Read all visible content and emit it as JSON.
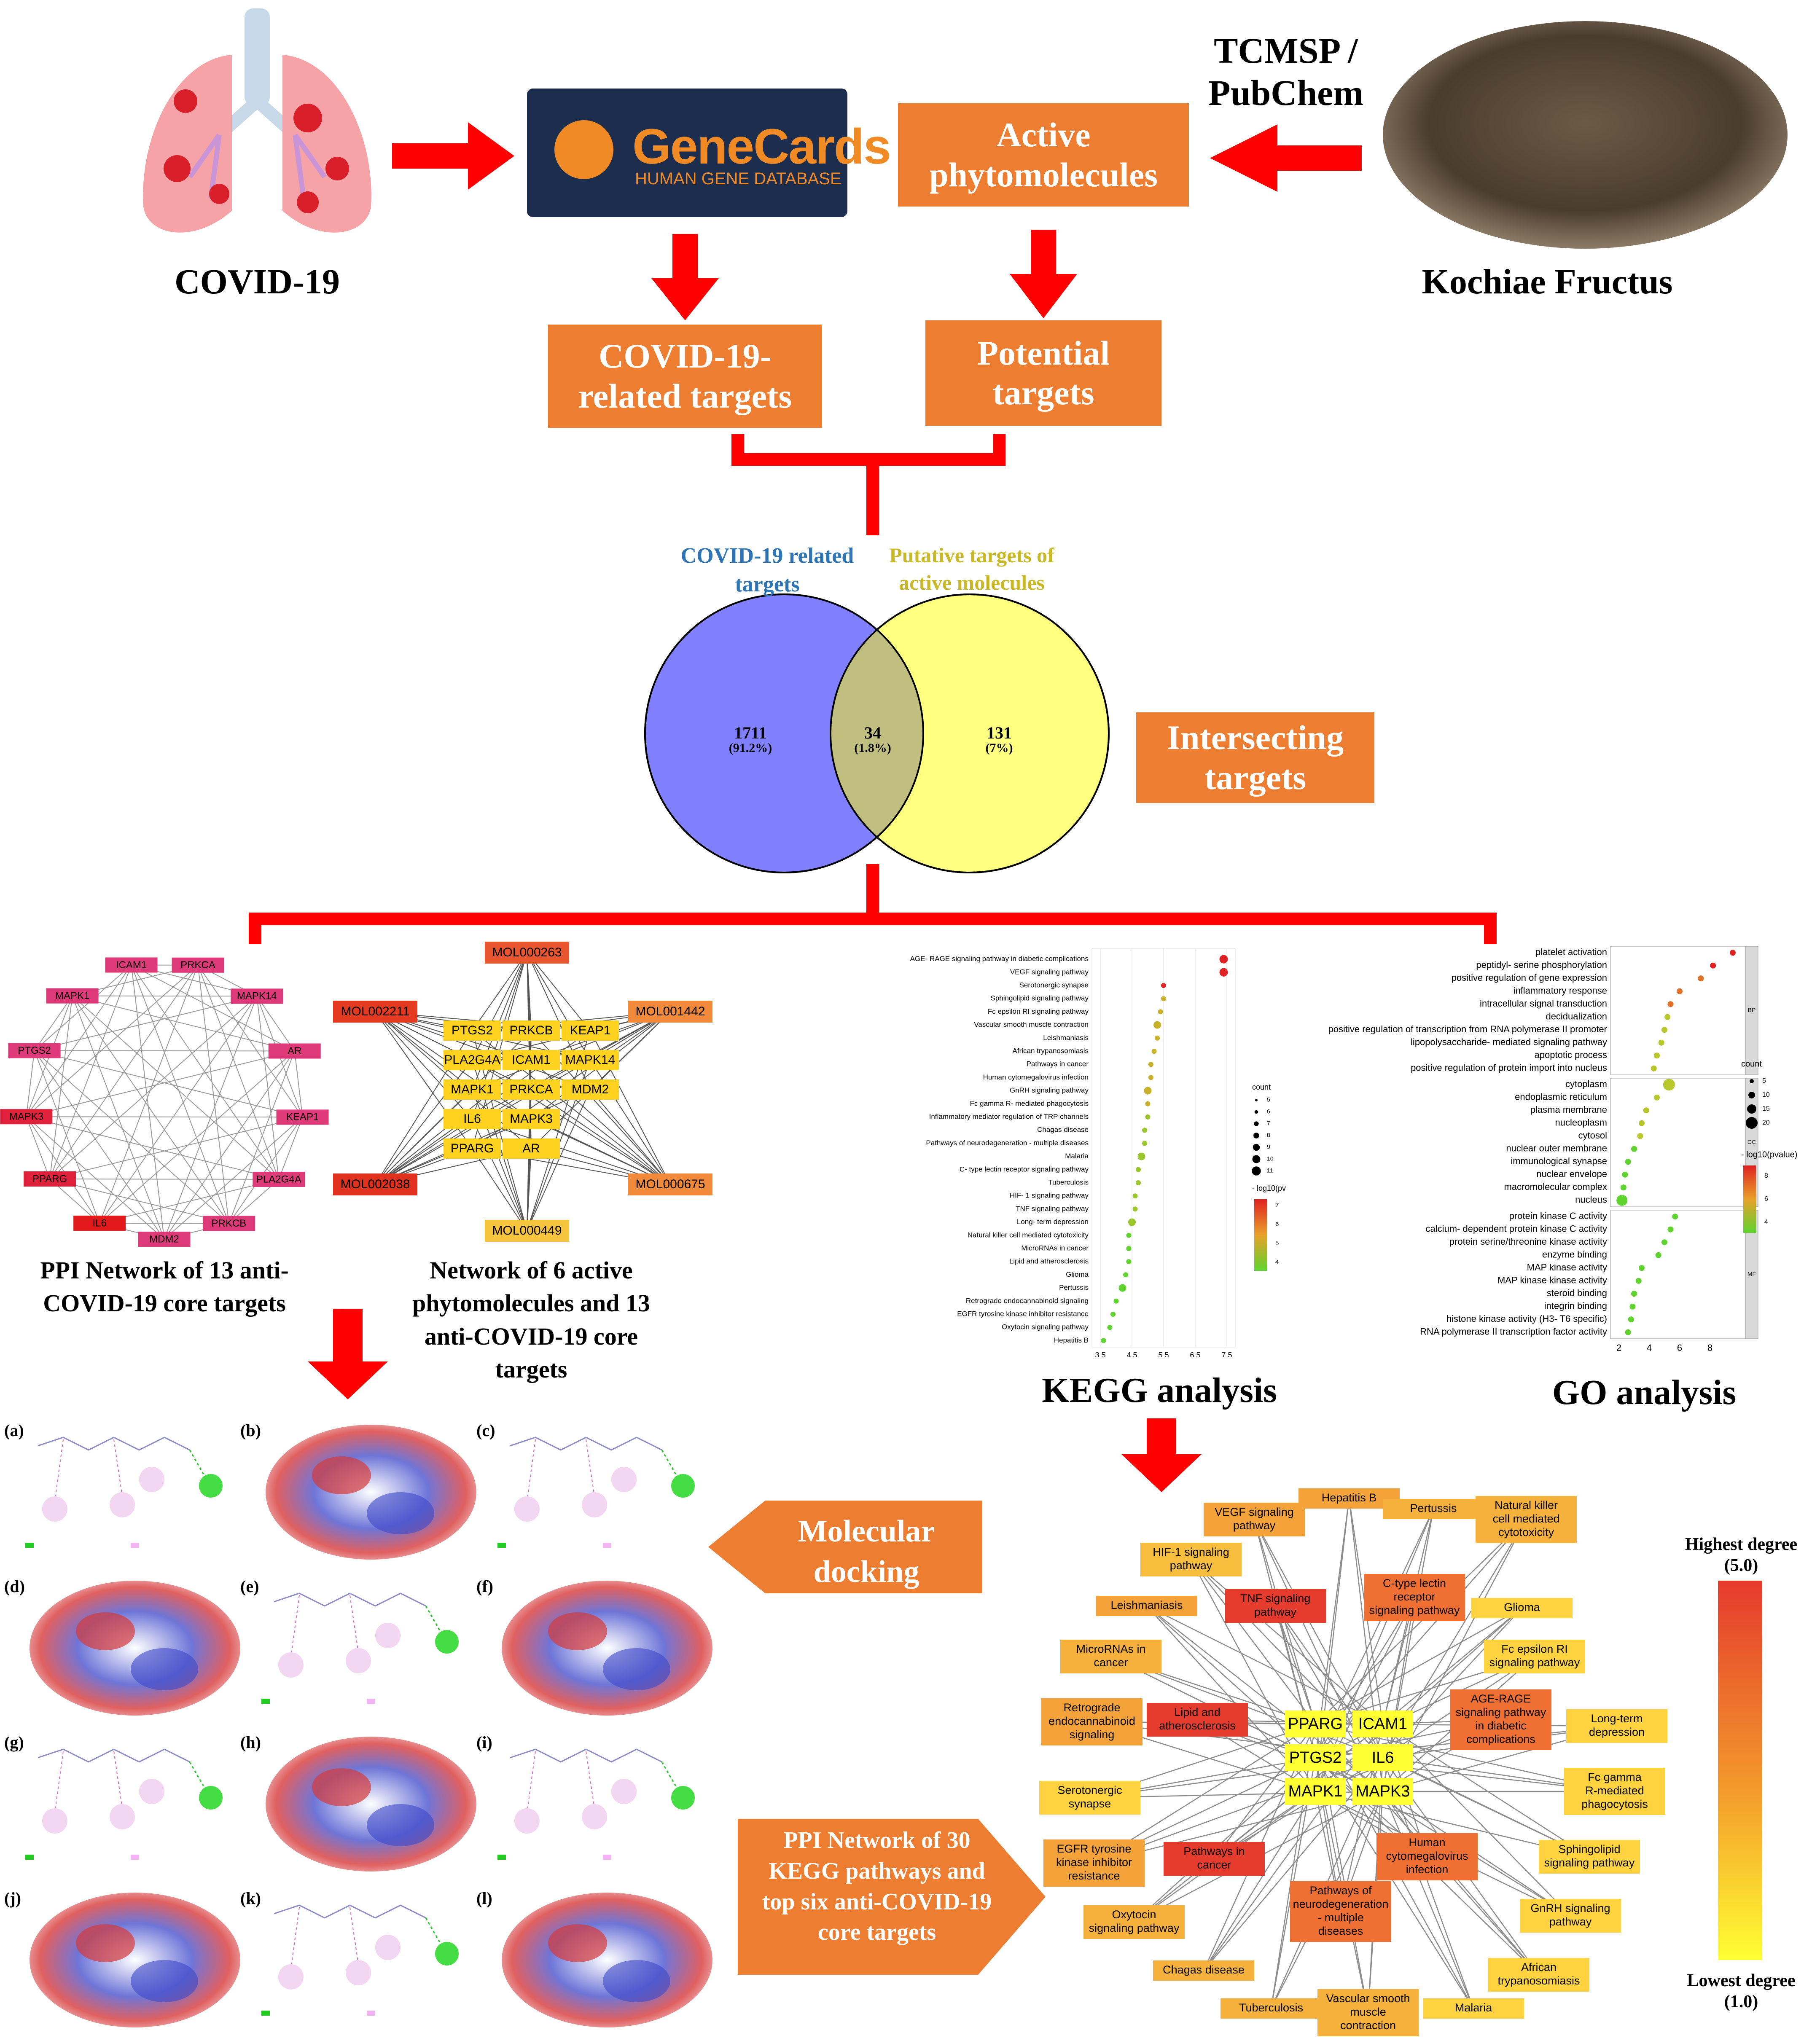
{
  "flow": {
    "covid_label": "COVID-19",
    "genecards_title": "GeneCards",
    "genecards_sub": "HUMAN GENE DATABASE",
    "active_box": "Active phytomolecules",
    "tcmsp_label": "TCMSP / PubChem",
    "kochiae_label": "Kochiae Fructus",
    "covid_targets_box": "COVID-19-related targets",
    "potential_box": "Potential targets",
    "intersect_box": "Intersecting targets",
    "docking_box": "Molecular docking",
    "kegg_ppi_box": "PPI Network of 30 KEGG pathways and top six anti-COVID-19 core targets"
  },
  "venn": {
    "left_title": "COVID-19 related targets",
    "right_title": "Putative targets of active molecules",
    "left_count": "1711",
    "left_pct": "(91.2%)",
    "mid_count": "34",
    "mid_pct": "(1.8%)",
    "right_count": "131",
    "right_pct": "(7%)",
    "colors": {
      "left": "#8080FF",
      "right": "#FFFF80",
      "mid": "#C0BF80"
    }
  },
  "ppi13": {
    "caption": "PPI Network of 13 anti-COVID-19 core targets",
    "nodes": [
      "ICAM1",
      "PRKCA",
      "MAPK14",
      "AR",
      "KEAP1",
      "PLA2G4A",
      "PRKCB",
      "MDM2",
      "IL6",
      "PPARG",
      "MAPK3",
      "PTGS2",
      "MAPK1"
    ]
  },
  "net6": {
    "caption": "Network of 6 active phytomolecules and 13 anti-COVID-19 core targets",
    "mols": [
      "MOL000263",
      "MOL001442",
      "MOL000675",
      "MOL000449",
      "MOL002038",
      "MOL002211"
    ],
    "targets": [
      "PTGS2",
      "PRKCB",
      "KEAP1",
      "PLA2G4A",
      "ICAM1",
      "MAPK14",
      "MAPK1",
      "PRKCA",
      "MDM2",
      "IL6",
      "MAPK3",
      "PPARG",
      "AR"
    ]
  },
  "kegg": {
    "caption": "KEGG analysis",
    "pathways": [
      "AGE- RAGE signaling pathway in diabetic complications",
      "VEGF signaling pathway",
      "Serotonergic synapse",
      "Sphingolipid signaling pathway",
      "Fc epsilon RI signaling pathway",
      "Vascular smooth muscle contraction",
      "Leishmaniasis",
      "African trypanosomiasis",
      "Pathways in cancer",
      "Human cytomegalovirus infection",
      "GnRH signaling pathway",
      "Fc gamma R- mediated phagocytosis",
      "Inflammatory mediator regulation of TRP channels",
      "Chagas disease",
      "Pathways of neurodegeneration - multiple diseases",
      "Malaria",
      "C- type lectin receptor signaling pathway",
      "Tuberculosis",
      "HIF- 1 signaling pathway",
      "TNF signaling pathway",
      "Long- term depression",
      "Natural killer cell mediated cytotoxicity",
      "MicroRNAs in cancer",
      "Lipid and atherosclerosis",
      "Glioma",
      "Pertussis",
      "Retrograde endocannabinoid signaling",
      "EGFR tyrosine kinase inhibitor resistance",
      "Oxytocin signaling pathway",
      "Hepatitis B"
    ],
    "x_ticks": [
      "3.5",
      "4.5",
      "5.5",
      "6.5",
      "7.5"
    ],
    "legend_count": "count",
    "legend_count_vals": [
      "5",
      "6",
      "7",
      "8",
      "9",
      "10",
      "11"
    ],
    "legend_color": "- log10(pv",
    "legend_color_vals": [
      "7",
      "6",
      "5",
      "4"
    ]
  },
  "go": {
    "caption": "GO analysis",
    "bp": [
      "platelet activation",
      "peptidyl- serine phosphorylation",
      "positive regulation of gene expression",
      "inflammatory response",
      "intracellular signal transduction",
      "decidualization",
      "positive regulation of transcription from RNA polymerase II promoter",
      "lipopolysaccharide- mediated signaling pathway",
      "apoptotic process",
      "positive regulation of protein import into nucleus"
    ],
    "cc": [
      "cytoplasm",
      "endoplasmic reticulum",
      "plasma membrane",
      "nucleoplasm",
      "cytosol",
      "nuclear outer membrane",
      "immunological synapse",
      "nuclear envelope",
      "macromolecular complex",
      "nucleus"
    ],
    "mf": [
      "protein kinase C activity",
      "calcium- dependent protein kinase C activity",
      "protein serine/threonine kinase activity",
      "enzyme binding",
      "MAP kinase activity",
      "MAP kinase kinase activity",
      "steroid binding",
      "integrin binding",
      "histone kinase activity (H3- T6 specific)",
      "RNA polymerase II transcription factor activity"
    ],
    "strip_labels": [
      "BP",
      "CC",
      "MF"
    ],
    "x_ticks": [
      "2",
      "4",
      "6",
      "8"
    ],
    "legend_count": "count",
    "legend_count_vals": [
      "5",
      "10",
      "15",
      "20"
    ],
    "legend_color": "- log10(pvalue)",
    "legend_color_vals": [
      "8",
      "6",
      "4"
    ]
  },
  "docking": {
    "labels": [
      "(a)",
      "(b)",
      "(c)",
      "(d)",
      "(e)",
      "(f)",
      "(g)",
      "(h)",
      "(i)",
      "(j)",
      "(k)",
      "(l)"
    ]
  },
  "network30": {
    "core": [
      "PPARG",
      "ICAM1",
      "PTGS2",
      "IL6",
      "MAPK1",
      "MAPK3"
    ],
    "pathways": [
      {
        "label": "VEGF signaling pathway"
      },
      {
        "label": "Hepatitis B"
      },
      {
        "label": "Pertussis"
      },
      {
        "label": "Natural killer cell mediated cytotoxicity"
      },
      {
        "label": "HIF-1 signaling pathway"
      },
      {
        "label": "Leishmaniasis"
      },
      {
        "label": "TNF signaling pathway"
      },
      {
        "label": "C-type lectin receptor signaling pathway"
      },
      {
        "label": "Glioma"
      },
      {
        "label": "MicroRNAs in cancer"
      },
      {
        "label": "Fc epsilon RI signaling pathway"
      },
      {
        "label": "Retrograde endocannabinoid signaling"
      },
      {
        "label": "Lipid and atherosclerosis"
      },
      {
        "label": "AGE-RAGE signaling pathway in diabetic complications"
      },
      {
        "label": "Long-term depression"
      },
      {
        "label": "Serotonergic synapse"
      },
      {
        "label": "Fc gamma R-mediated phagocytosis"
      },
      {
        "label": "EGFR tyrosine kinase inhibitor resistance"
      },
      {
        "label": "Pathways in cancer"
      },
      {
        "label": "Human cytomegalovirus infection"
      },
      {
        "label": "Sphingolipid signaling pathway"
      },
      {
        "label": "Oxytocin signaling pathway"
      },
      {
        "label": "Pathways of neurodegeneration - multiple diseases"
      },
      {
        "label": "GnRH signaling pathway"
      },
      {
        "label": "African trypanosomiasis"
      },
      {
        "label": "Chagas disease"
      },
      {
        "label": "Tuberculosis"
      },
      {
        "label": "Vascular smooth muscle contraction"
      },
      {
        "label": "Malaria"
      }
    ],
    "legend_high": "Highest degree",
    "legend_high_val": "(5.0)",
    "legend_low": "Lowest degree",
    "legend_low_val": "(1.0)"
  }
}
